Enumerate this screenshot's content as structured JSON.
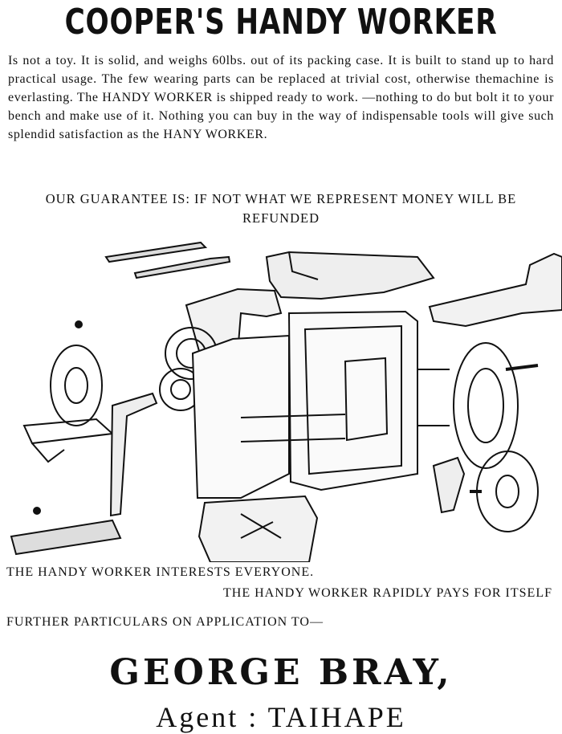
{
  "ad": {
    "headline": "COOPER'S HANDY WORKER",
    "body": "Is not a toy. It is solid, and weighs 60lbs. out of its packing case. It is built to stand up to hard practical usage. The few wearing parts can be replaced at trivial cost, otherwise themachine is everlasting. The HANDY WORKER is shipped ready to work. —nothing to do but bolt it to your bench and make use of it. Nothing you can buy in the way of indispensable tools will give such splendid satisfaction as the HANY WORKER.",
    "guarantee": "OUR GUARANTEE IS: IF NOT WHAT WE REPRESENT MONEY WILL BE REFUNDED",
    "tagline_1": "THE HANDY WORKER INTERESTS EVERYONE.",
    "tagline_2": "THE HANDY WORKER RAPIDLY PAYS FOR ITSELF",
    "particulars": "FURTHER PARTICULARS ON APPLICATION TO—",
    "agent_name": "GEORGE BRAY,",
    "agent_location": "Agent : TAIHAPE"
  },
  "colors": {
    "ink": "#111111",
    "paper": "#ffffff"
  }
}
